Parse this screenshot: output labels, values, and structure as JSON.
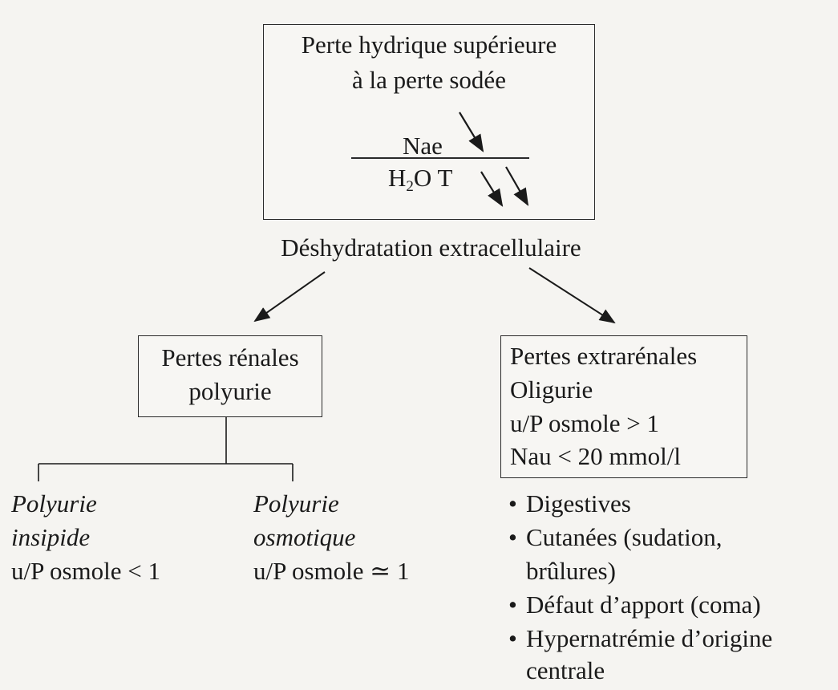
{
  "top_box": {
    "line1": "Perte hydrique supérieure",
    "line2": "à la perte sodée",
    "numerator": "Nae",
    "denominator_main": "H",
    "denominator_sub": "2",
    "denominator_rest": "O T"
  },
  "middle_label": "Déshydratation extracellulaire",
  "left_box": {
    "line1": "Pertes rénales",
    "line2": "polyurie"
  },
  "right_box": {
    "line1": "Pertes extrarénales",
    "line2": "Oligurie",
    "line3": "u/P osmole > 1",
    "line4": "Nau < 20 mmol/l"
  },
  "left_branch": {
    "title1": "Polyurie",
    "title2": "insipide",
    "detail": "u/P osmole < 1"
  },
  "right_branch": {
    "title1": "Polyurie",
    "title2": "osmotique",
    "detail": "u/P osmole ≃ 1"
  },
  "causes": [
    {
      "line1": "Digestives"
    },
    {
      "line1": "Cutanées (sudation,",
      "line2": "brûlures)"
    },
    {
      "line1": "Défaut d’apport (coma)"
    },
    {
      "line1": "Hypernatrémie d’origine",
      "line2": "centrale"
    }
  ],
  "bullet_char": "•"
}
